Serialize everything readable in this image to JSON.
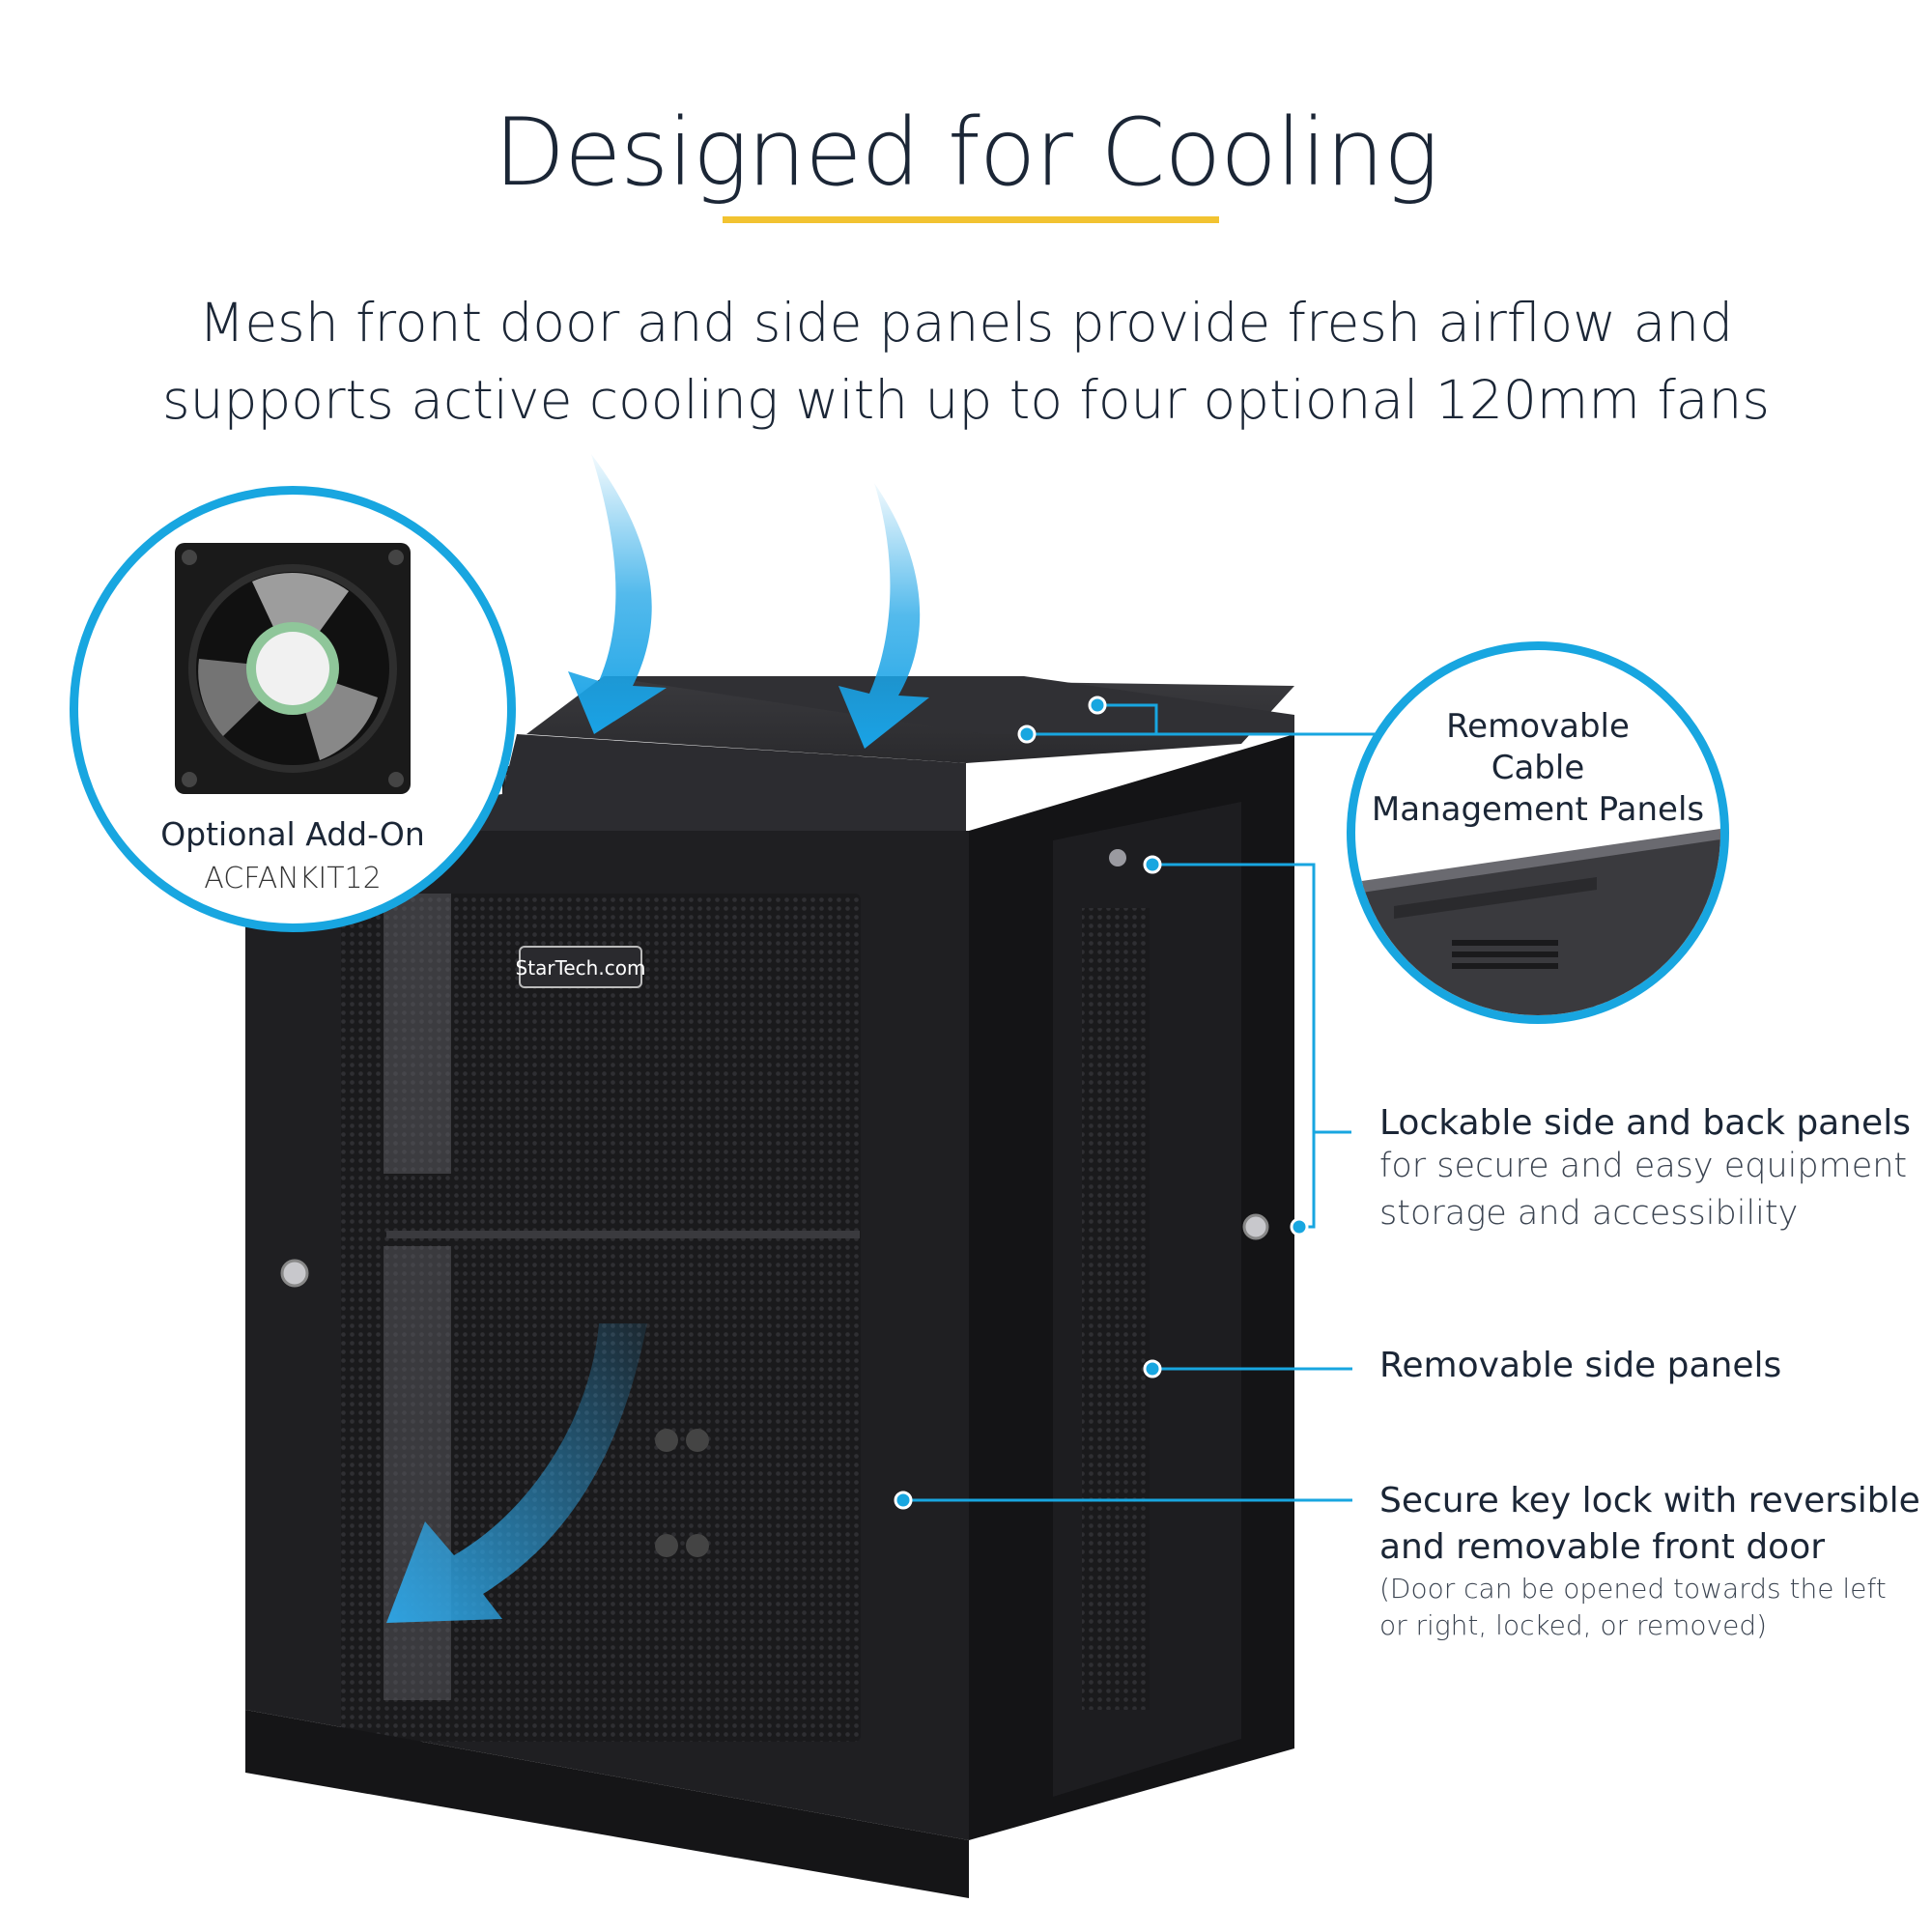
{
  "heading": {
    "title": "Designed for Cooling",
    "subtitle_line1": "Mesh front door and side panels provide fresh airflow and",
    "subtitle_line2": "supports active cooling with up to four optional 120mm fans"
  },
  "fan_callout": {
    "label": "Optional Add-On",
    "sku": "ACFANKIT12"
  },
  "cable_panel_callout": {
    "line1": "Removable",
    "line2": "Cable",
    "line3": "Management Panels"
  },
  "features": [
    {
      "title": "Lockable side and back panels",
      "body_line1": "for secure and easy equipment",
      "body_line2": "storage and accessibility"
    },
    {
      "title": "Removable side panels"
    },
    {
      "title_line1": "Secure key lock with reversible",
      "title_line2": "and removable front door",
      "note_line1": "(Door can be opened towards the left",
      "note_line2": "or right, locked, or removed)"
    }
  ],
  "brand": {
    "logo_text": "StarTech.com"
  },
  "colors": {
    "accent_blue": "#18a6e0",
    "rule_yellow": "#f2c331",
    "text_dark": "#1b2636",
    "cabinet_black": "#1c1c1e"
  }
}
